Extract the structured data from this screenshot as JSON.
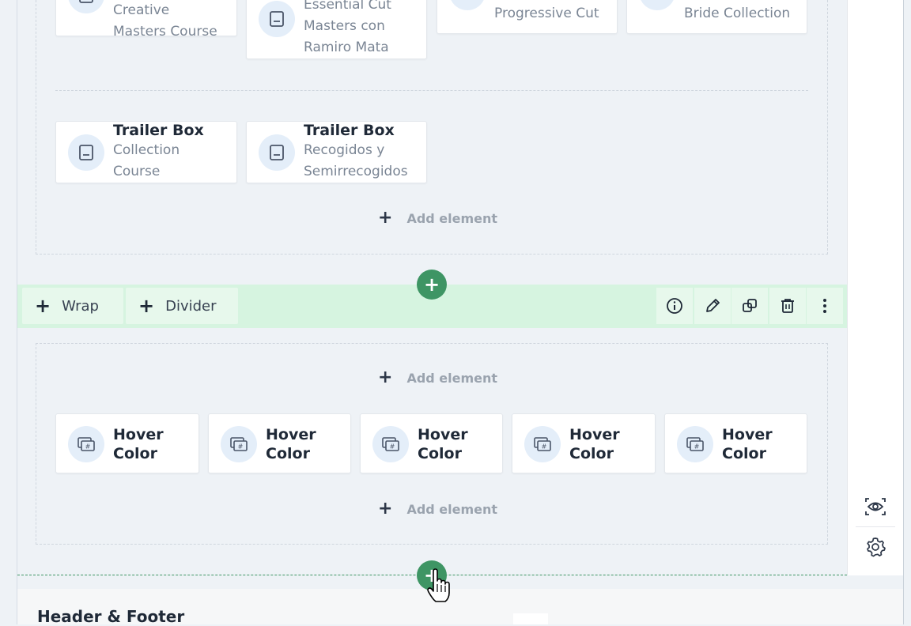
{
  "top_row_cards": [
    {
      "title": "",
      "subtitle": "Creative\nMasters Course"
    },
    {
      "title": "",
      "subtitle": "Essential Cut\nMasters con\nRamiro Mata"
    },
    {
      "title": "",
      "subtitle": "Progressive Cut"
    },
    {
      "title": "",
      "subtitle": "Bride Collection"
    }
  ],
  "second_row_cards": [
    {
      "title": "Trailer Box",
      "subtitle": "Collection\nCourse"
    },
    {
      "title": "Trailer Box",
      "subtitle": "Recogidos y\nSemirrecogidos"
    }
  ],
  "add_element_label": "Add element",
  "toolbar": {
    "wrap_label": "Wrap",
    "divider_label": "Divider"
  },
  "hover_cards": [
    {
      "label": "Hover\nColor"
    },
    {
      "label": "Hover\nColor"
    },
    {
      "label": "Hover\nColor"
    },
    {
      "label": "Hover\nColor"
    },
    {
      "label": "Hover\nColor"
    }
  ],
  "footer": {
    "title": "Header & Footer"
  },
  "colors": {
    "accent_green": "#3e9564",
    "toolbar_bg": "#d6f4e0",
    "icon_circle": "#e4eef9"
  },
  "icons": {
    "document": "document-icon",
    "hover": "hover-color-icon",
    "info": "info-icon",
    "edit": "pencil-icon",
    "duplicate": "duplicate-icon",
    "delete": "trash-icon",
    "more": "more-vertical-icon",
    "preview": "eye-preview-icon",
    "settings": "gear-icon"
  }
}
